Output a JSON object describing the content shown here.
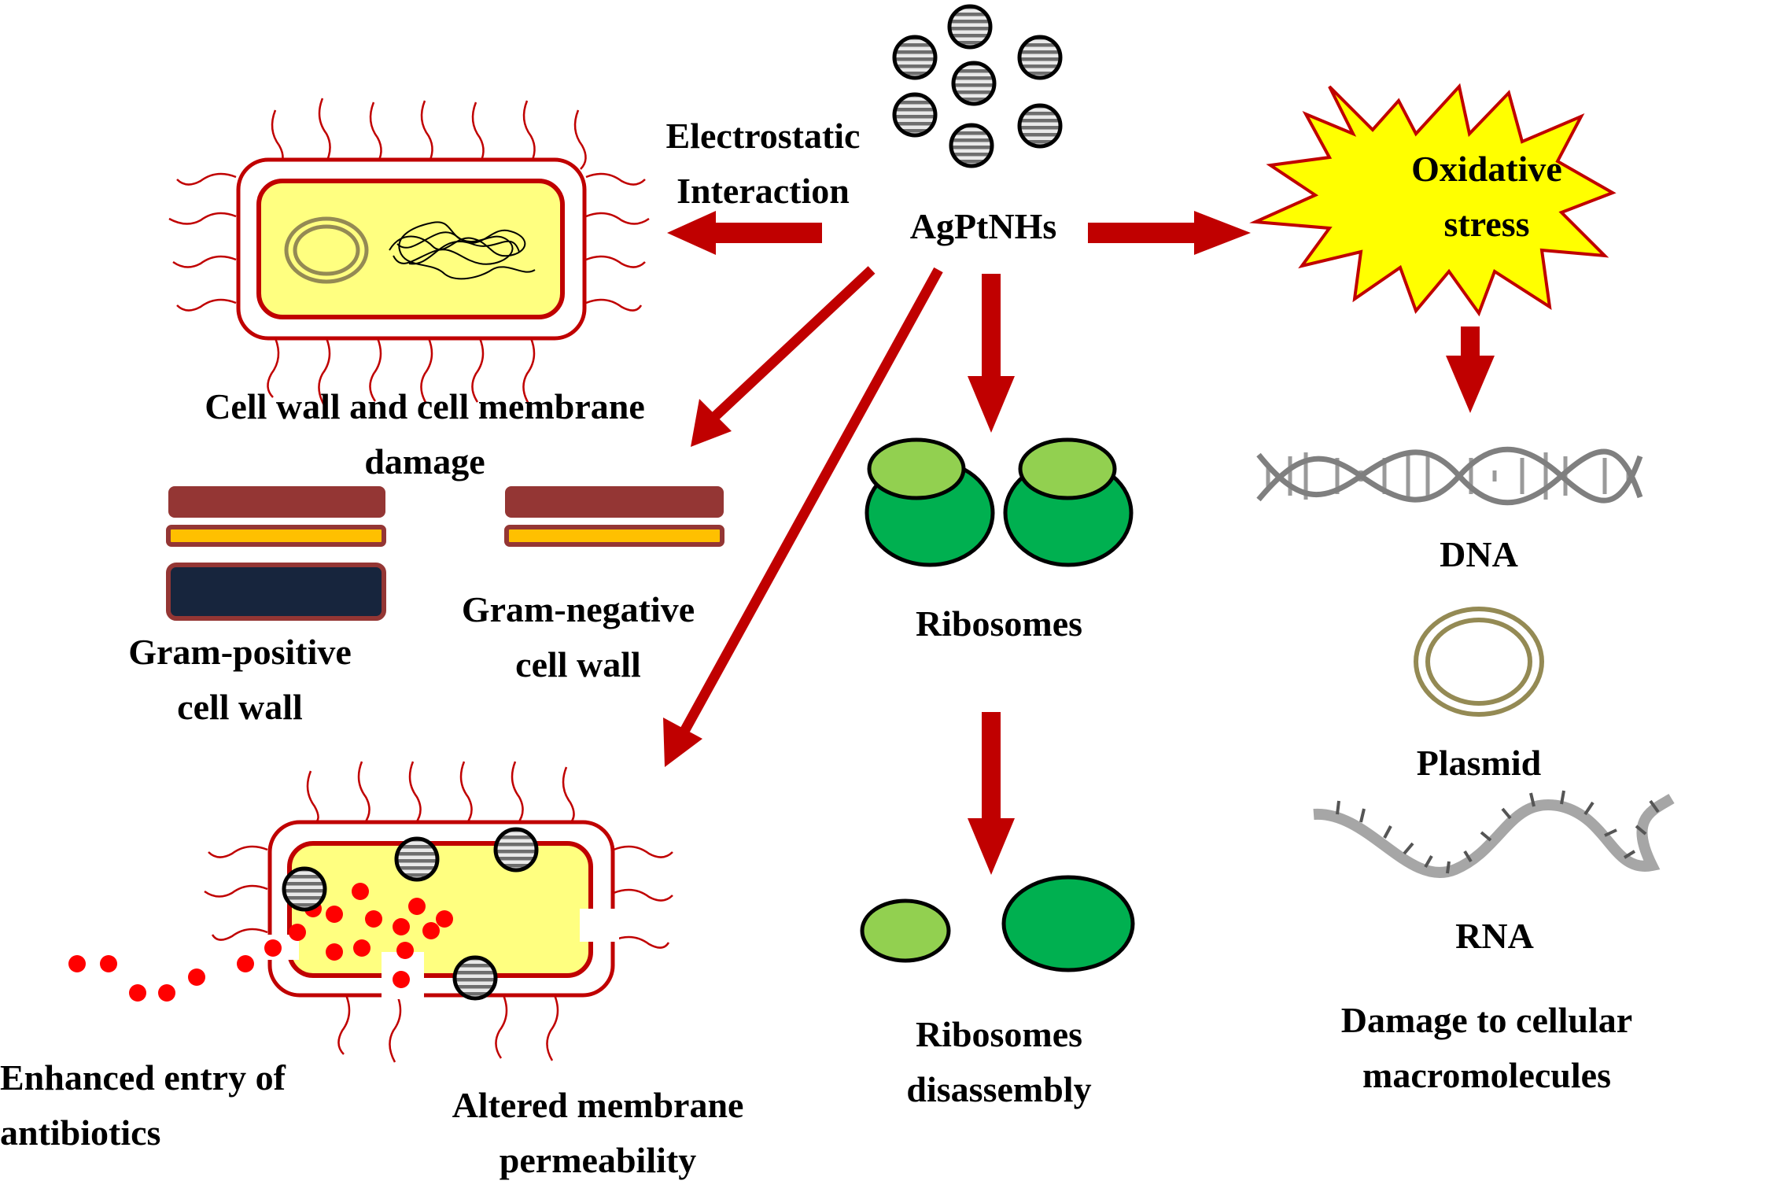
{
  "labels": {
    "agptnhs": "AgPtNHs",
    "electrostatic": [
      "Electrostatic",
      "Interaction"
    ],
    "oxidative": [
      "Oxidative",
      "stress"
    ],
    "cell_damage": [
      "Cell wall and  cell membrane",
      "damage"
    ],
    "gram_positive": [
      "Gram-positive",
      "cell wall"
    ],
    "gram_negative": [
      "Gram-negative",
      "cell wall"
    ],
    "ribosomes": "Ribosomes",
    "ribosomes_disassembly": [
      "Ribosomes",
      "disassembly"
    ],
    "dna": "DNA",
    "plasmid": "Plasmid",
    "rna": "RNA",
    "macromolecules": [
      "Damage to cellular",
      "macromolecules"
    ],
    "antibiotics": [
      "Enhanced entry of",
      "antibiotics"
    ],
    "permeability": [
      "Altered membrane",
      "permeability"
    ]
  },
  "colors": {
    "arrow": "#c00000",
    "cell_wall": "#c00000",
    "cytoplasm": "#ffff80",
    "burst": "#ffff00",
    "ribosome_small": "#92d050",
    "ribosome_large": "#00b050",
    "gram_outer": "#943634",
    "gram_membrane": "#ffc000",
    "gram_inner": "#17253d",
    "antibiotic": "#ff0000",
    "plasmid_ring": "#948a54"
  },
  "icons": [
    "nanoparticle-icon",
    "bacterium-icon",
    "ribosome-icon",
    "dna-helix-icon",
    "plasmid-icon",
    "rna-strand-icon"
  ]
}
